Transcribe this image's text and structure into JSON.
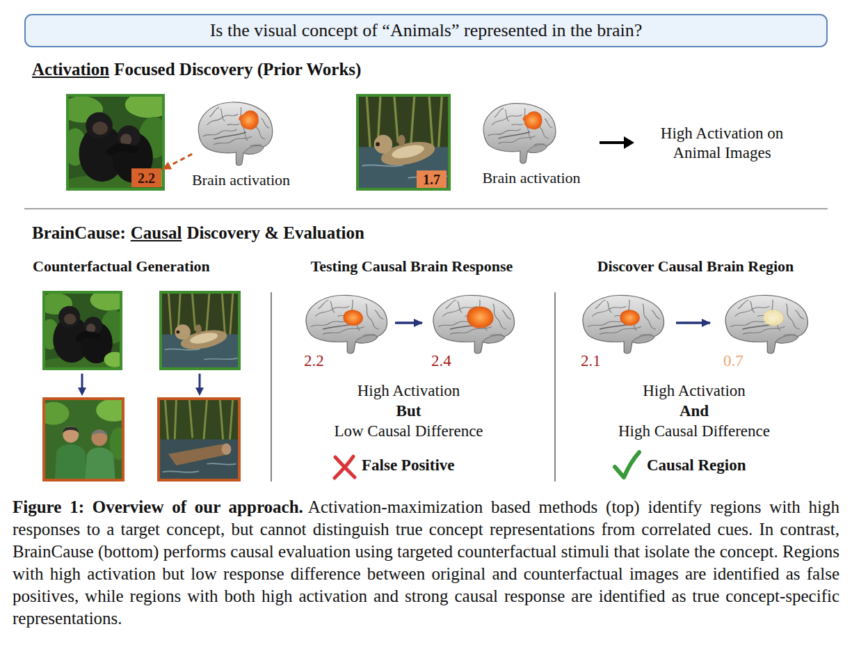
{
  "diagram": {
    "title": "Is the visual concept of “Animals” represented in the brain?",
    "caption": "Activation-maximization based methods (top) identify regions with high responses to a target concept, but cannot distinguish true concept representations from correlated cues. In contrast, BrainCause (bottom) performs causal evaluation using targeted counterfactual stimuli that isolate the concept. Regions with high activation but low response difference between original and counterfactual images are identified as false positives, while regions with both high activation and strong causal response are identified as true concept-specific representations.",
    "nodes": [
      {
        "text": [
          "2.2"
        ]
      },
      {
        "text": [
          "Brain activation"
        ]
      },
      {
        "text": [
          "1.7"
        ]
      },
      {
        "text": [
          "Brain activation"
        ]
      },
      {
        "text": [
          "2.2"
        ]
      },
      {
        "text": [
          "2.4"
        ]
      },
      {
        "text": [
          "2.1"
        ]
      },
      {
        "text": [
          "0.7"
        ]
      }
    ],
    "edges": [
      {
        "from": 1,
        "to": 0,
        "arrow": "to"
      },
      {
        "from": 4,
        "to": 5,
        "arrow": "to"
      },
      {
        "from": 6,
        "to": 7,
        "arrow": "to"
      }
    ],
    "labels": [
      "Activation",
      "Focused Discovery (Prior Works)",
      "High Activation on Animal Images",
      "BrainCause:",
      "Causal",
      "Discovery & Evaluation",
      "Counterfactual Generation",
      "Testing Causal Brain Response",
      "Discover Causal Brain Region",
      "High Activation",
      "But",
      "Low Causal Difference",
      "False Positive",
      "High Activation",
      "And",
      "High Causal Difference",
      "Causal Region",
      "Figure 1: Overview of our approach."
    ]
  }
}
